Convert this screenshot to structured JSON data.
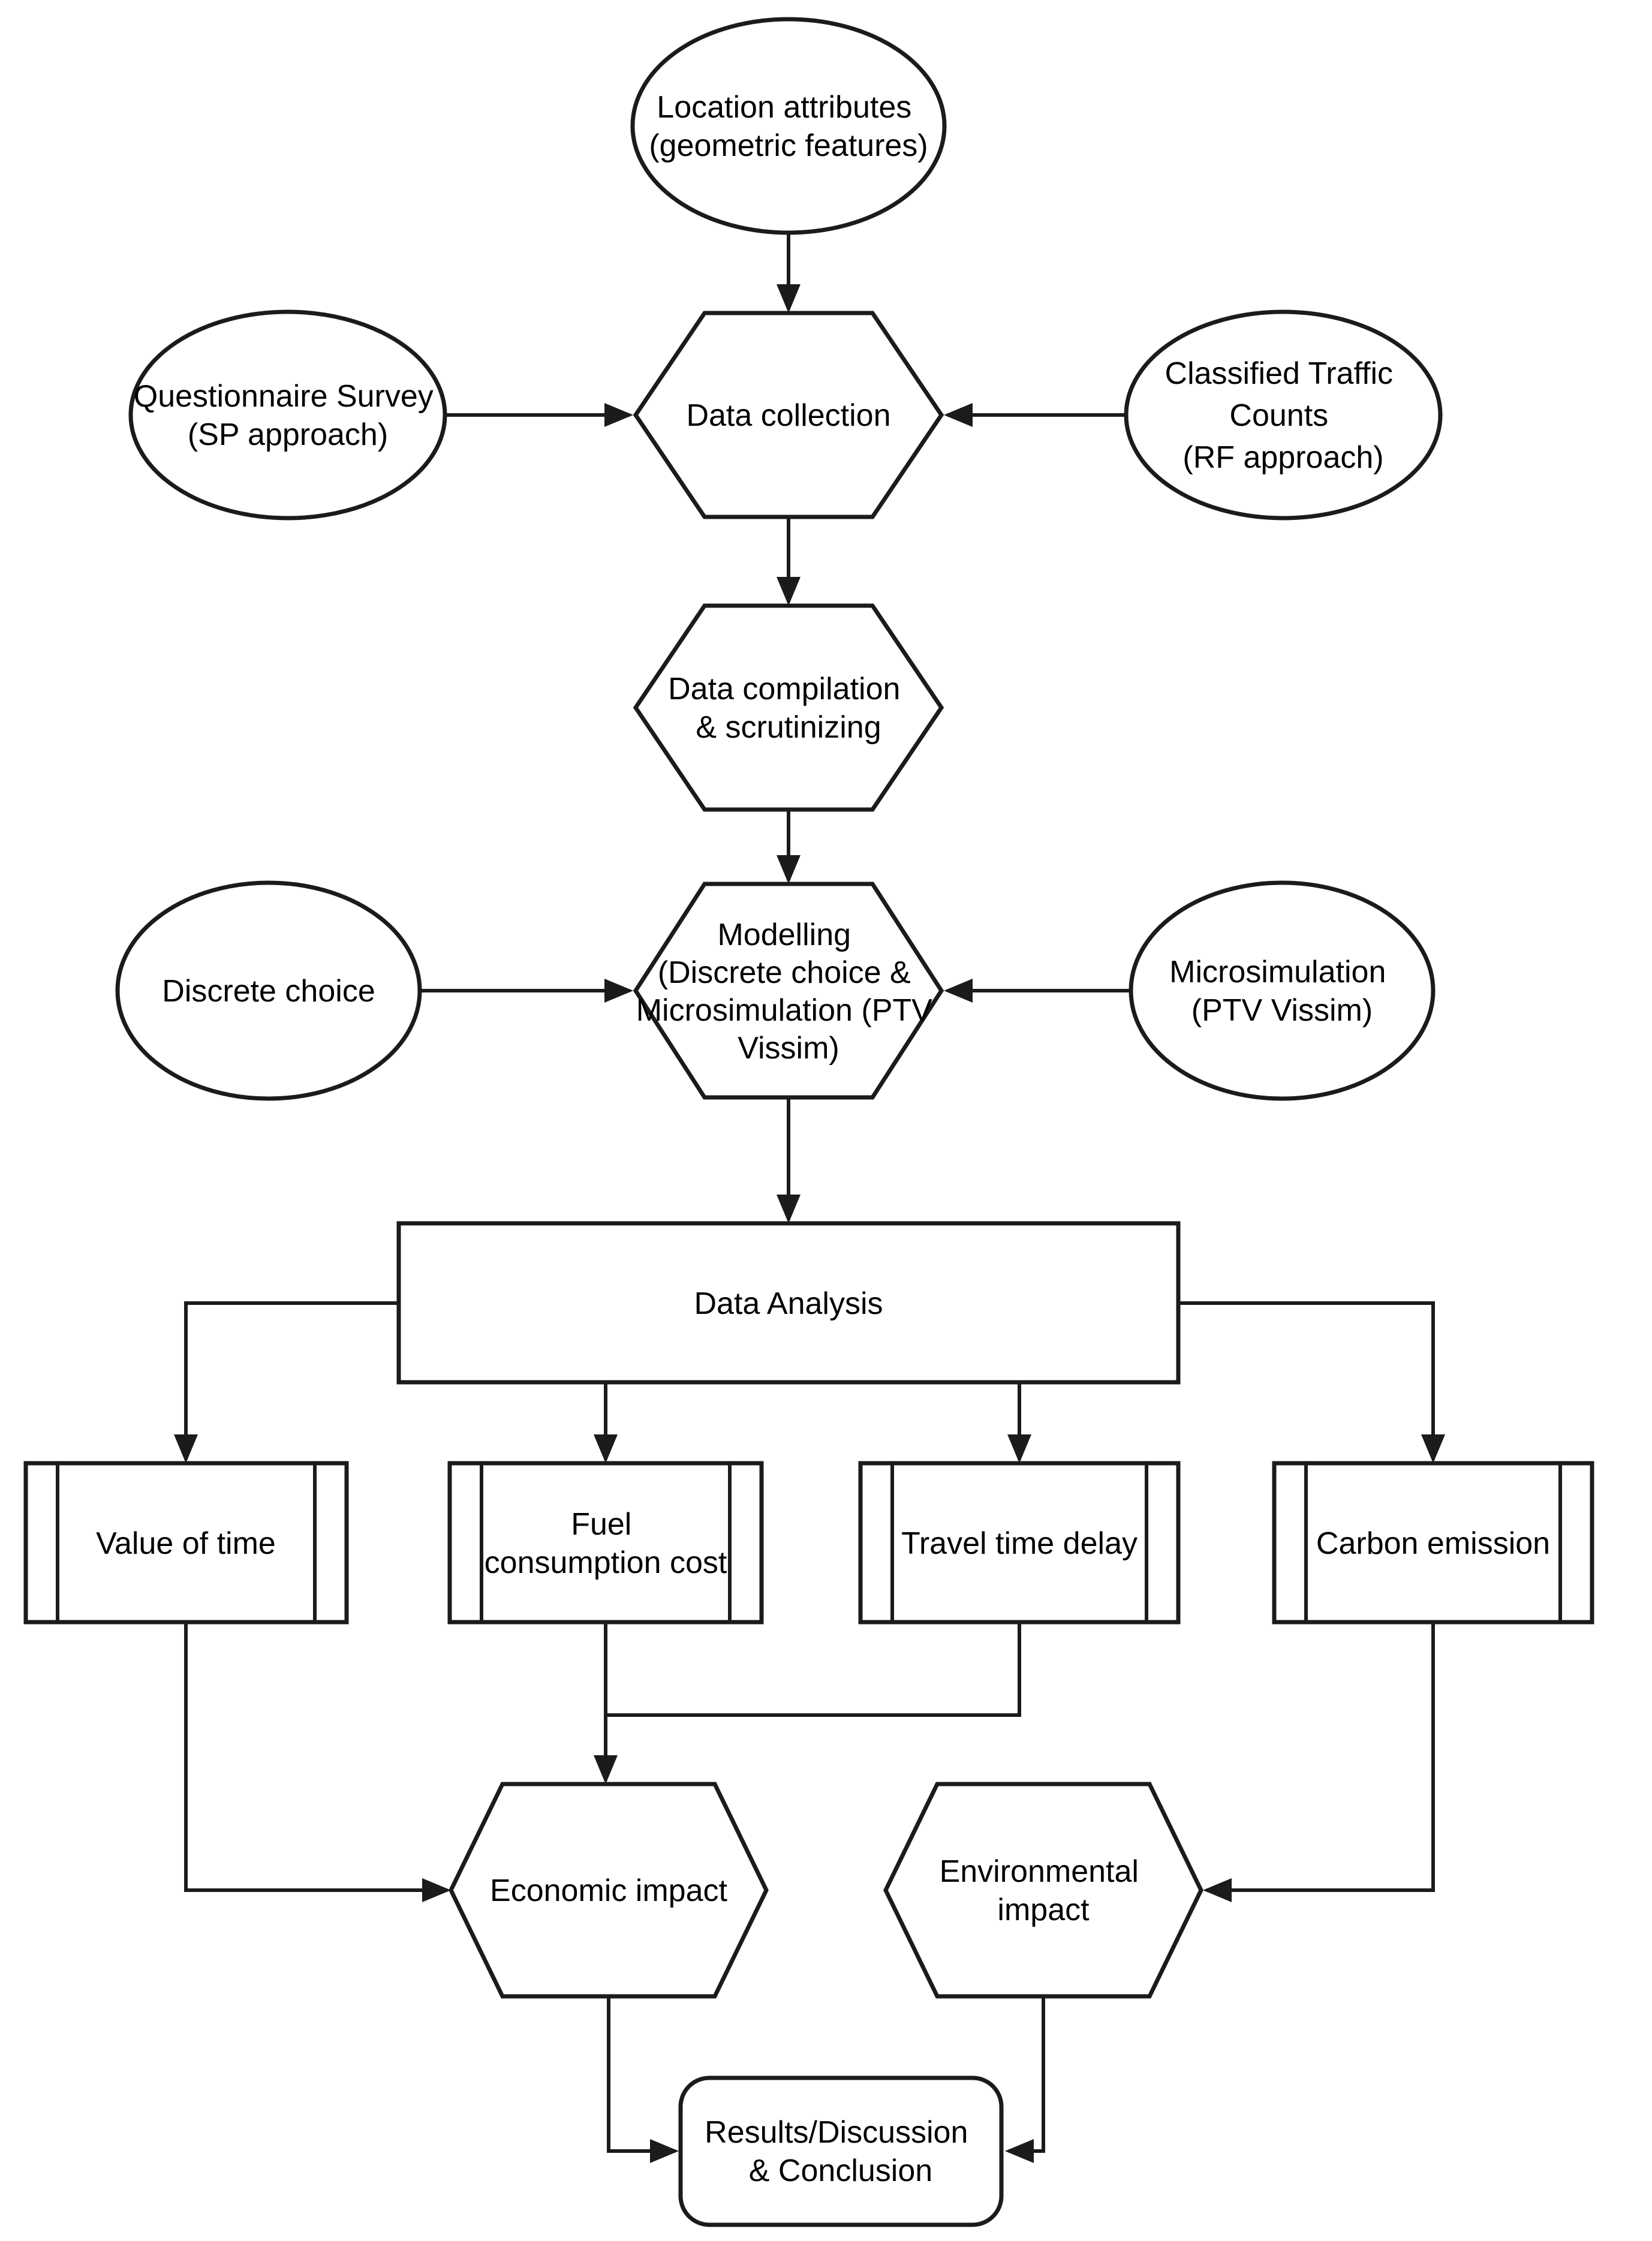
{
  "figure": {
    "type": "flowchart",
    "background": "#ffffff",
    "line_color": "#1b1b1b",
    "text_color": "#000000"
  },
  "nodes": {
    "location": {
      "shape": "ellipse",
      "lines": [
        "Location attributes",
        "(geometric features)"
      ]
    },
    "questionnaire": {
      "shape": "ellipse",
      "lines": [
        "Questionnaire Survey",
        "(SP approach)"
      ]
    },
    "traffic_counts": {
      "shape": "ellipse",
      "lines": [
        "Classified Traffic",
        "Counts",
        "(RF approach)"
      ]
    },
    "data_collection": {
      "shape": "hexagon",
      "lines": [
        "Data collection"
      ]
    },
    "compilation": {
      "shape": "hexagon",
      "lines": [
        "Data compilation",
        "& scrutinizing"
      ]
    },
    "modelling": {
      "shape": "hexagon",
      "lines": [
        "Modelling",
        "(Discrete choice &",
        "Microsimulation (PTV",
        "Vissim)"
      ]
    },
    "discrete_choice": {
      "shape": "ellipse",
      "lines": [
        "Discrete choice"
      ]
    },
    "microsimulation": {
      "shape": "ellipse",
      "lines": [
        "Microsimulation",
        "(PTV Vissim)"
      ]
    },
    "data_analysis": {
      "shape": "rectangle",
      "lines": [
        "Data Analysis"
      ]
    },
    "value_of_time": {
      "shape": "predefined-process",
      "lines": [
        "Value of time"
      ]
    },
    "fuel_cost": {
      "shape": "predefined-process",
      "lines": [
        "Fuel",
        "consumption cost"
      ]
    },
    "travel_delay": {
      "shape": "predefined-process",
      "lines": [
        "Travel time delay"
      ]
    },
    "carbon_emission": {
      "shape": "predefined-process",
      "lines": [
        "Carbon emission"
      ]
    },
    "economic_impact": {
      "shape": "hexagon",
      "lines": [
        "Economic impact"
      ]
    },
    "environmental_impact": {
      "shape": "hexagon",
      "lines": [
        "Environmental",
        "impact"
      ]
    },
    "results": {
      "shape": "rounded-rectangle",
      "lines": [
        "Results/Discussion",
        "& Conclusion"
      ]
    }
  },
  "edges": [
    {
      "from": "location",
      "to": "data_collection"
    },
    {
      "from": "questionnaire",
      "to": "data_collection"
    },
    {
      "from": "traffic_counts",
      "to": "data_collection"
    },
    {
      "from": "data_collection",
      "to": "compilation"
    },
    {
      "from": "compilation",
      "to": "modelling"
    },
    {
      "from": "discrete_choice",
      "to": "modelling"
    },
    {
      "from": "microsimulation",
      "to": "modelling"
    },
    {
      "from": "modelling",
      "to": "data_analysis"
    },
    {
      "from": "data_analysis",
      "to": "value_of_time"
    },
    {
      "from": "data_analysis",
      "to": "fuel_cost"
    },
    {
      "from": "data_analysis",
      "to": "travel_delay"
    },
    {
      "from": "data_analysis",
      "to": "carbon_emission"
    },
    {
      "from": "value_of_time",
      "to": "economic_impact"
    },
    {
      "from": "fuel_cost",
      "to": "economic_impact"
    },
    {
      "from": "travel_delay",
      "to": "economic_impact"
    },
    {
      "from": "carbon_emission",
      "to": "environmental_impact"
    },
    {
      "from": "economic_impact",
      "to": "results"
    },
    {
      "from": "environmental_impact",
      "to": "results"
    }
  ]
}
